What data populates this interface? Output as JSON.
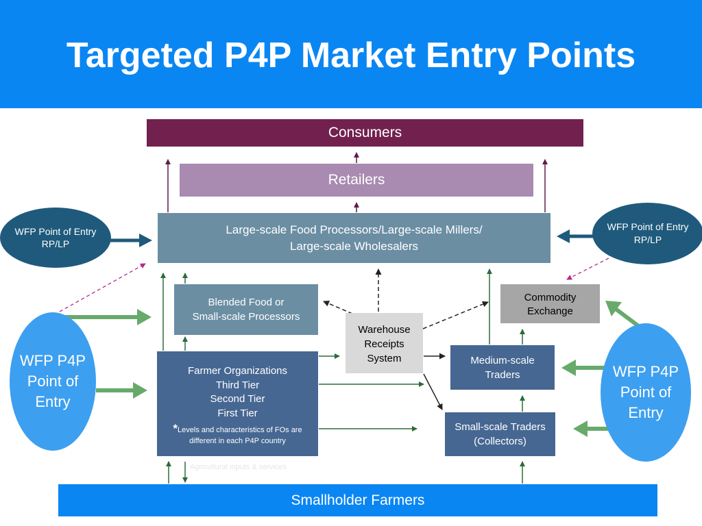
{
  "title": "Targeted P4P Market Entry Points",
  "colors": {
    "header_blue": "#0a86f3",
    "consumers": "#72214f",
    "retailers": "#a98ab0",
    "processors": "#6b8ea3",
    "farmer_orgs": "#466792",
    "warehouse": "#d9d9d9",
    "commodity": "#a6a6a6",
    "ellipse_light": "#3d9ff0",
    "ellipse_dark": "#1f5a7c",
    "green_arrow": "#67aa6a"
  },
  "nodes": {
    "consumers": "Consumers",
    "retailers": "Retailers",
    "large_scale": {
      "line1": "Large-scale Food Processors/Large-scale Millers/",
      "line2": "Large-scale Wholesalers"
    },
    "blended": {
      "line1": "Blended Food or",
      "line2": "Small-scale Processors"
    },
    "commodity": {
      "line1": "Commodity",
      "line2": "Exchange"
    },
    "warehouse": {
      "line1": "Warehouse",
      "line2": "Receipts",
      "line3": "System"
    },
    "farmer_orgs": {
      "line1": "Farmer Organizations",
      "line2": "Third Tier",
      "line3": "Second Tier",
      "line4": "First Tier",
      "note_star": "*",
      "note1": "Levels and characteristics of FOs are",
      "note2": "different in each P4P country"
    },
    "medium_traders": {
      "line1": "Medium-scale",
      "line2": "Traders"
    },
    "small_traders": {
      "line1": "Small-scale Traders",
      "line2": "(Collectors)"
    },
    "smallholders": "Smallholder Farmers",
    "inputs_label": "Agricultural  inputs &  services"
  },
  "entry_points": {
    "top_left": {
      "line1": "WFP Point of Entry",
      "line2": "RP/LP"
    },
    "top_right": {
      "line1": "WFP Point of Entry",
      "line2": "RP/LP"
    },
    "left": {
      "line1": "WFP P4P",
      "line2": "Point of",
      "line3": "Entry"
    },
    "right": {
      "line1": "WFP P4P",
      "line2": "Point of",
      "line3": "Entry"
    }
  }
}
